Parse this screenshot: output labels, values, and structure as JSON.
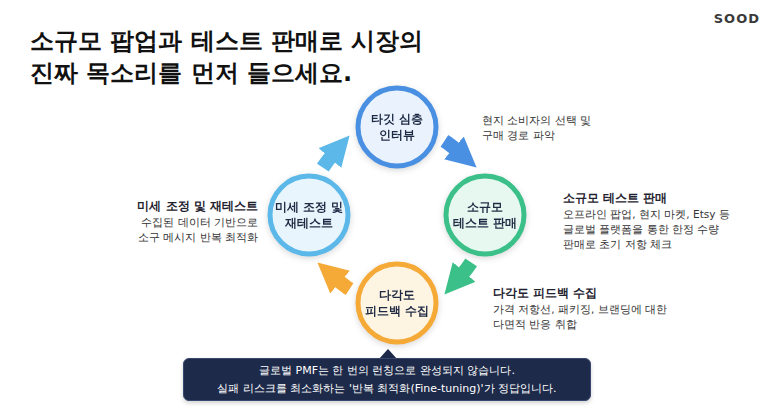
{
  "diagram": {
    "title": "소규모 팝업과 테스트 판매로 시장의 진짜 목소리를 먼저 들으세요.",
    "nodes": [
      {
        "text": [
          "타깃 심층 인터뷰"
        ]
      },
      {
        "text": [
          "소규모 테스트 판매"
        ]
      },
      {
        "text": [
          "다각도 피드백 수집"
        ]
      },
      {
        "text": [
          "미세 조정 및 재테스트"
        ]
      },
      {
        "text": [
          "글로벌 PMF는 한 번의 런칭으로 완성되지 않습니다.",
          "실패 리스크를 최소화하는 '반복 최적화(Fine-tuning)'가 정답입니다."
        ]
      }
    ],
    "edges": [
      {
        "from": 0,
        "to": 1,
        "arrow": "to"
      },
      {
        "from": 1,
        "to": 2,
        "arrow": "to"
      },
      {
        "from": 2,
        "to": 3,
        "arrow": "to"
      },
      {
        "from": 3,
        "to": 0,
        "arrow": "to"
      }
    ],
    "labels": [
      "SOOD",
      "현지 소비자의 선택 및 구매 경로 파악",
      "소규모 테스트 판매",
      "오프라인 팝업, 현지 마켓, Etsy 등 글로벌 플랫폼을 통한 한정 수량 판매로 초기 저항 체크",
      "다각도 피드백 수집",
      "가격 저항선, 패키징, 브랜딩에 대한 다면적 반응 취합",
      "미세 조정 및 재테스트",
      "수집된 데이터 기반으로 소구 메시지 반복 최적화"
    ]
  }
}
